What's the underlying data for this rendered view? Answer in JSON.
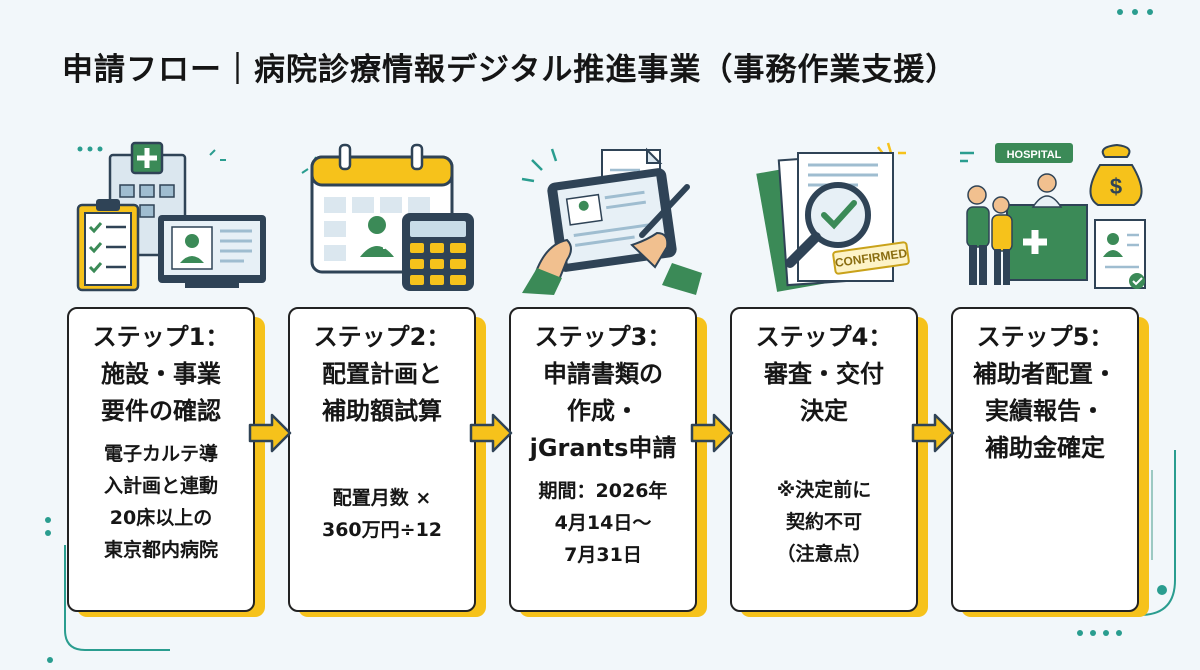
{
  "title": "申請フロー｜病院診療情報デジタル推進事業（事務作業支援）",
  "colors": {
    "accent": "#f6c21b",
    "teal": "#2a9d8f",
    "green": "#3b8a57",
    "navy": "#2f4356"
  },
  "steps": [
    {
      "heading": "ステップ1：\n施設・事業\n要件の確認",
      "note": "電子カルテ導\n入計画と連動\n20床以上の\n東京都内病院",
      "icon": "hospital-checklist-computer-icon"
    },
    {
      "heading": "ステップ2：\n配置計画と\n補助額試算",
      "note": "配置月数 ×\n360万円÷12",
      "icon": "calendar-calculator-icon"
    },
    {
      "heading": "ステップ3：\n申請書類の\n作成・\njGrants申請",
      "note": "期間：2026年\n4月14日～\n7月31日",
      "icon": "tablet-signing-icon"
    },
    {
      "heading": "ステップ4：\n審査・交付\n決定",
      "note": "※決定前に\n契約不可\n（注意点）",
      "icon": "document-magnifier-check-icon"
    },
    {
      "heading": "ステップ5：\n補助者配置・\n実績報告・\n補助金確定",
      "note": "",
      "icon": "hospital-reception-money-icon"
    }
  ],
  "icon_texts": {
    "hospital_sign": "HOSPITAL",
    "stamp": "CONFIRMED",
    "money": "$"
  }
}
